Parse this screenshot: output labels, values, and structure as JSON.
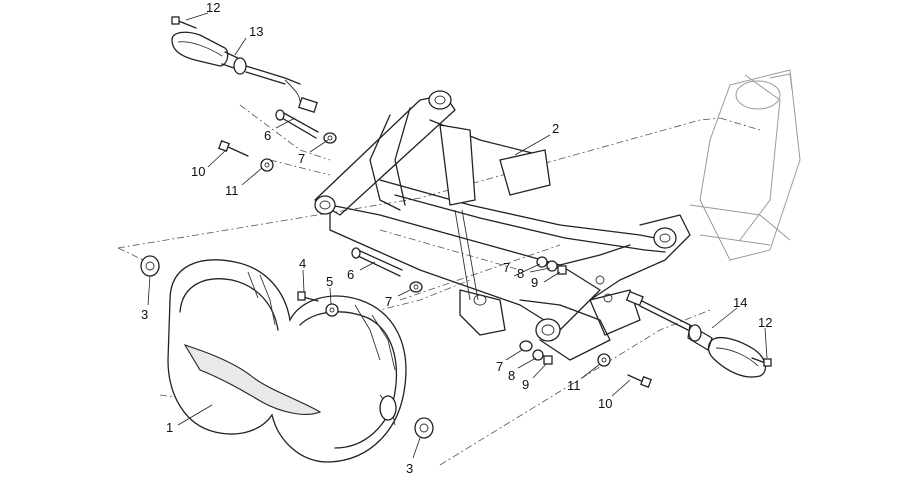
{
  "callouts": [
    {
      "id": "c12a",
      "text": "12"
    },
    {
      "id": "c13",
      "text": "13"
    },
    {
      "id": "c6a",
      "text": "6"
    },
    {
      "id": "c7a",
      "text": "7"
    },
    {
      "id": "c10a",
      "text": "10"
    },
    {
      "id": "c11a",
      "text": "11"
    },
    {
      "id": "c2",
      "text": "2"
    },
    {
      "id": "c3a",
      "text": "3"
    },
    {
      "id": "c4",
      "text": "4"
    },
    {
      "id": "c5",
      "text": "5"
    },
    {
      "id": "c6b",
      "text": "6"
    },
    {
      "id": "c7b",
      "text": "7"
    },
    {
      "id": "c7c",
      "text": "7"
    },
    {
      "id": "c8a",
      "text": "8"
    },
    {
      "id": "c9a",
      "text": "9"
    },
    {
      "id": "c14",
      "text": "14"
    },
    {
      "id": "c12b",
      "text": "12"
    },
    {
      "id": "c7d",
      "text": "7"
    },
    {
      "id": "c8b",
      "text": "8"
    },
    {
      "id": "c9b",
      "text": "9"
    },
    {
      "id": "c11b",
      "text": "11"
    },
    {
      "id": "c10b",
      "text": "10"
    },
    {
      "id": "c1",
      "text": "1"
    },
    {
      "id": "c3b",
      "text": "3"
    }
  ]
}
